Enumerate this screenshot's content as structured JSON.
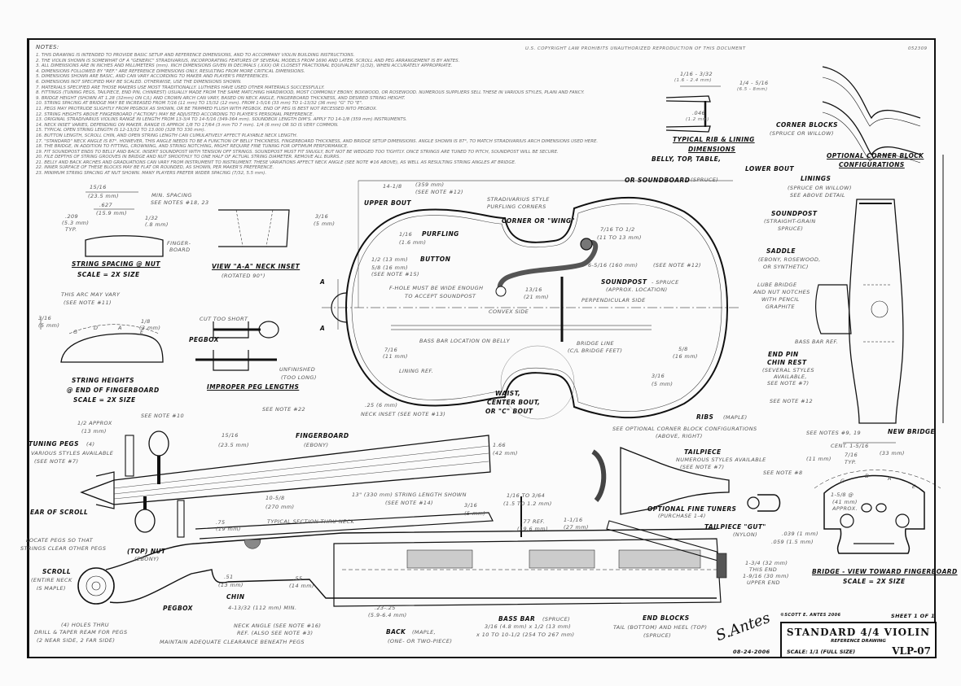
{
  "sheet": {
    "notes_heading": "NOTES:",
    "notes": [
      "1. THIS DRAWING IS INTENDED TO PROVIDE BASIC SETUP AND REFERENCE DIMENSIONS, AND TO ACCOMPANY VIOLIN BUILDING INSTRUCTIONS.",
      "2. THE VIOLIN SHOWN IS SOMEWHAT OF A \"GENERIC\" STRADIVARIUS, INCORPORATING FEATURES OF SEVERAL MODELS FROM 1690 AND LATER. SCROLL AND PEG ARRANGEMENT IS BY ANTES.",
      "3. ALL DIMENSIONS ARE IN INCHES AND MILLIMETERS (mm). INCH DIMENSIONS GIVEN IN DECIMALS (.XXX) OR CLOSEST FRACTIONAL EQUIVALENT (1/32), WHEN ACCURATELY APPROPRIATE.",
      "4. DIMENSIONS FOLLOWED BY \"REF.\" ARE REFERENCE DIMENSIONS ONLY, RESULTING FROM MORE CRITICAL DIMENSIONS.",
      "5. DIMENSIONS SHOWN ARE BASIC, AND CAN VARY ACCORDING TO MAKER AND PLAYER'S PREFERENCES.",
      "6. DIMENSIONS NOT SPECIFIED MAY BE SCALED. OTHERWISE, USE THE DIMENSIONS SHOWN.",
      "7. MATERIALS SPECIFIED ARE THOSE MAKERS USE MOST TRADITIONALLY. LUTHIERS HAVE USED OTHER MATERIALS SUCCESSFULLY.",
      "8. FITTINGS (TUNING PEGS, TAILPIECE, END PIN, CHINREST) USUALLY MADE FROM THE SAME MATCHING HARDWOOD, MOST COMMONLY EBONY, BOXWOOD, OR ROSEWOOD. NUMEROUS SUPPLIERS SELL THESE IN VARIOUS STYLES, PLAIN AND FANCY.",
      "9. BRIDGE HEIGHT (SHOWN AT 1.28 (32mm) ON C/L) AND CROWN ARCH CAN VARY, BASED ON NECK ANGLE, FINGERBOARD THICKNESS, AND DESIRED STRING HEIGHT.",
      "10. STRING SPACING AT BRIDGE MAY BE INCREASED FROM 7/16 (11 mm) TO 15/32 (12 mm). FROM 1-5/16 (33 mm) TO 1-13/32 (36 mm) \"G\" TO \"E\".",
      "11. PEGS MAY PROTRUDE SLIGHTLY FROM PEGBOX AS SHOWN, OR BE TRIMMED FLUSH WITH PEGBOX. END OF PEG IS BEST NOT RECESSED INTO PEGBOX.",
      "12. STRING HEIGHTS ABOVE FINGERBOARD (\"ACTION\") MAY BE ADJUSTED ACCORDING TO PLAYER'S PERSONAL PREFERENCE.",
      "13. ORIGINAL STRADIVARIUS VIOLINS RANGE IN LENGTH FROM 13-3/4 TO 14-5/16 (349-364 mm). SOUNDBOX LENGTH DIM'S. APPLY TO 14-1/8 (359 mm) INSTRUMENTS.",
      "14. NECK INSET VARIES, DEPENDING ON MAKER. RANGE IS APPROX 1/8 TO 17/64 (3 mm TO 7 mm). 1/4 (6 mm) OR SO IS VERY COMMON.",
      "15. TYPICAL OPEN STRING LENGTH IS 12-13/32 TO 13.000 (328 TO 330 mm).",
      "16. BUTTON LENGTH, SCROLL CHIN, AND OPEN STRING LENGTH CAN CUMULATIVELY AFFECT PLAYABLE NECK LENGTH.",
      "17. \"STANDARD\" NECK ANGLE IS 87°. HOWEVER, THIS ANGLE NEEDS TO BE A FUNCTION OF BELLY THICKNESS, FINGERBOARD THICKNESS, AND BRIDGE SETUP DIMENSIONS. ANGLE SHOWN IS 87°, TO MATCH STRADIVARIUS ARCH DIMENSIONS USED HERE.",
      "18. THE BRIDGE, IN ADDITION TO FITTING, CROWNING, AND STRING NOTCHING, MIGHT REQUIRE FINE TUNING FOR OPTIMUM PERFORMANCE.",
      "19. FIT SOUNDPOST ENDS TO BELLY AND BACK. INSERT SOUNDPOST WITH TENSION OFF STRINGS. SOUNDPOST MUST FIT SNUGLY, BUT NOT BE WEDGED TOO TIGHTLY. ONCE STRINGS ARE TUNED TO PITCH, SOUNDPOST WILL BE SECURE.",
      "20. FILE DEPTHS OF STRING GROOVES IN BRIDGE AND NUT SMOOTHLY TO ONE HALF OF ACTUAL STRING DIAMETER. REMOVE ALL BURRS.",
      "21. BELLY AND BACK ARCHES AND GRADUATIONS CAN VARY FROM INSTRUMENT TO INSTRUMENT. THESE VARIATIONS AFFECT NECK ANGLE (SEE NOTE #16 ABOVE), AS WELL AS RESULTING STRING ANGLES AT BRIDGE.",
      "22. INNER SURFACE OF THESE BLOCKS MAY BE FLAT OR ROUNDED, AS SHOWN, PER MAKER'S PREFERENCE.",
      "23. MINIMUM STRING SPACING AT NUT SHOWN. MANY PLAYERS PREFER WIDER SPACING (7/32, 5.5 mm)."
    ],
    "copyright": "U.S. COPYRIGHT LAW PROHIBITS UNAUTHORIZED REPRODUCTION OF THIS DOCUMENT",
    "doc_number": "052309"
  },
  "labels": {
    "rib_w": "1/16 - 3/32",
    "rib_w_mm": "(1.6 - 2.4 mm)",
    "lin_h": "1/4 - 5/16",
    "lin_h_mm": "(6.5 - 8mm)",
    "rib_t": ".046",
    "rib_t_mm": "(1.2 mm)",
    "rib_title1": "TYPICAL RIB & LINING",
    "rib_title2": "DIMENSIONS",
    "corner_blocks": "CORNER BLOCKS",
    "corner_blocks_mat": "(SPRUCE OR WILLOW)",
    "opt_corner1": "OPTIONAL CORNER BLOCK",
    "opt_corner2": "CONFIGURATIONS",
    "lower_bout": "LOWER BOUT",
    "belly1": "BELLY, TOP, TABLE,",
    "belly2": "OR SOUNDBOARD",
    "belly_mat": "(SPRUCE)",
    "linings": "LININGS",
    "linings_mat": "(SPRUCE OR WILLOW)",
    "linings_see": "SEE ABOVE DETAIL",
    "soundpost_r": "SOUNDPOST",
    "soundpost_r_m1": "(STRAIGHT-GRAIN",
    "soundpost_r_m2": "SPRUCE)",
    "saddle": "SADDLE",
    "saddle_m1": "(EBONY, ROSEWOOD,",
    "saddle_m2": "OR SYNTHETIC)",
    "lube1": "LUBE BRIDGE",
    "lube2": "AND NUT NOTCHES",
    "lube3": "WITH PENCIL",
    "lube4": "GRAPHITE",
    "bass_bar_ref": "BASS BAR REF.",
    "end_pin": "END PIN",
    "chin_rest": "CHIN REST",
    "chin_m1": "(SEVERAL STYLES",
    "chin_m2": "AVAILABLE,",
    "chin_m3": "SEE NOTE #7)",
    "see_note_12b": "SEE NOTE #12",
    "body_len": "14-1/8",
    "body_len_mm": "(359 mm)",
    "body_len_note": "(SEE NOTE #12)",
    "upper_bout": "UPPER BOUT",
    "strad1": "STRADIVARIUS STYLE",
    "strad2": "PURFLING CORNERS",
    "corner_wing": "CORNER OR \"WING\"",
    "purfling_dim": "1/16",
    "purfling": "PURFLING",
    "purfling_mm": "(1.6 mm)",
    "button_dim": "1/2 (13 mm)",
    "button": "BUTTON",
    "button_dim2": "5/8 (16 mm)",
    "button_note": "(SEE NOTE #15)",
    "edge_dim": "3/16",
    "edge_mm": "(5 mm)",
    "fhole1": "F-HOLE MUST BE WIDE ENOUGH",
    "fhole2": "TO ACCEPT SOUNDPOST",
    "d1316": "13/16",
    "d1316_mm": "(21 mm)",
    "convex": "CONVEX SIDE",
    "bassbar_loc": "BASS BAR LOCATION ON BELLY",
    "d716a": "7/16",
    "d716a_mm": "(11 mm)",
    "d716b": "7/16 TO 1/2",
    "d716b_mm": "(11 TO 13 mm)",
    "d6516": "6-5/16 (160 mm)",
    "d6516_note": "(SEE NOTE #12)",
    "soundpost_c": "SOUNDPOST",
    "soundpost_c_mat": "- SPRUCE",
    "soundpost_c_loc": "(APPROX. LOCATION)",
    "perp": "PERPENDICULAR SIDE",
    "bridge_line": "BRIDGE LINE",
    "bridge_line2": "(C/L BRIDGE FEET)",
    "d58": "5/8",
    "d58_mm": "(16 mm)",
    "d316b": "3/16",
    "d316b_mm": "(5 mm)",
    "ribs": "RIBS",
    "ribs_mat": "(MAPLE)",
    "see_opt1": "SEE OPTIONAL CORNER BLOCK CONFIGURATIONS",
    "see_opt2": "(ABOVE, RIGHT)",
    "lining_ref": "LINING REF.",
    "waist1": "WAIST,",
    "waist2": "CENTER BOUT,",
    "waist3": "OR \"C\" BOUT",
    "inset": ".25 (6 mm)",
    "inset_note": "NECK INSET (SEE NOTE #13)",
    "see_note_22": "SEE NOTE #22",
    "see_note_10": "SEE NOTE #10",
    "sec_a1": "A",
    "sec_a2": "A",
    "nut_w": "15/16",
    "nut_w_mm": "(23.5 mm)",
    "min_sp": "MIN. SPACING",
    "min_sp_note": "SEE NOTES #18, 23",
    "d627": ".627",
    "d627_mm": "(15.9 mm)",
    "d209": ".209",
    "d209_mm": "(5.3 mm)",
    "d209_typ": "TYP.",
    "d132": "1/32",
    "d132_mm": "(.8 mm)",
    "fb1": "FINGER-",
    "fb2": "BOARD",
    "nut_title": "STRING SPACING @ NUT",
    "nut_scale": "SCALE = 2X SIZE",
    "view_aa": "VIEW \"A-A\" NECK INSET",
    "view_aa_rot": "(ROTATED 90°)",
    "arc1": "THIS ARC MAY VARY",
    "arc2": "(SEE NOTE #11)",
    "sh316": "3/16",
    "sh316_mm": "(5 mm)",
    "sh18": "1/8",
    "sh18_mm": "(3 mm)",
    "sG": "G",
    "sD": "D",
    "sA": "A",
    "sE": "E",
    "sh_title1": "STRING HEIGHTS",
    "sh_title2": "@ END OF FINGERBOARD",
    "sh_scale": "SCALE = 2X SIZE",
    "cut_short": "CUT TOO SHORT",
    "pegbox_a": "PEGBOX",
    "unfinished": "UNFINISHED",
    "too_long": "(TOO LONG)",
    "improper": "IMPROPER PEG LENGTHS",
    "peg_approx": "1/2 APPROX",
    "peg_approx_mm": "(13 mm)",
    "tuning_pegs": "TUNING PEGS",
    "tuning_pegs_n": "(4)",
    "tp_m1": "VARIOUS STYLES AVAILABLE",
    "tp_m2": "(SEE NOTE #7)",
    "fbw": "15/16",
    "fbw_mm": "(23.5 mm)",
    "fingerboard": "FINGERBOARD",
    "fingerboard_mat": "(EBONY)",
    "ear": "EAR OF SCROLL",
    "d1058": "10-5/8",
    "d1058_mm": "(270 mm)",
    "strlen": "13\" (330 mm) STRING LENGTH SHOWN",
    "strlen_note": "(SEE NOTE #14)",
    "d166": "1.66",
    "d166_mm": "(42 mm)",
    "d316c": "3/16",
    "d316c_mm": "(5 mm)",
    "d116": "1/16 TO 3/64",
    "d116_mm": "(1.5 TO 1.2 mm)",
    "section": "TYPICAL SECTION THRU NECK",
    "d75": ".75",
    "d75_mm": "(19 mm)",
    "d77": ".77 REF.",
    "d77_mm": "(19.6 mm)",
    "d1116": "1-1/16",
    "d1116_mm": "(27 mm)",
    "locate1": "LOCATE PEGS SO THAT",
    "locate2": "STRINGS CLEAR OTHER PEGS",
    "top_nut": "(TOP) NUT",
    "top_nut_mat": "(EBONY)",
    "scroll": "SCROLL",
    "scroll_m1": "(ENTIRE NECK",
    "scroll_m2": "IS MAPLE)",
    "d51": ".51",
    "d51_mm": "(13 mm)",
    "d55": ".55",
    "d55_mm": "(14 mm)",
    "chin": "CHIN",
    "pegbox_b": "PEGBOX",
    "d41332": "4-13/32 (112 mm) MIN.",
    "holes1": "(4) HOLES THRU",
    "holes2": "DRILL & TAPER REAM FOR PEGS",
    "holes3": "(2 NEAR SIDE, 2 FAR SIDE)",
    "clearance": "MAINTAIN ADEQUATE CLEARANCE BENEATH PEGS",
    "neck_angle1": "NECK ANGLE (SEE NOTE #16)",
    "neck_angle2": "REF. (ALSO SEE NOTE #3)",
    "d23": ".23-.25",
    "d23_mm": "(5.9-6.4 mm)",
    "back": "BACK",
    "back_m1": "(MAPLE,",
    "back_m2": "(ONE- OR TWO-PIECE)",
    "bassbar": "BASS BAR",
    "bassbar_mat": "(SPRUCE)",
    "bassbar_d1": "3/16 (4.8 mm) x 1/2 (13 mm)",
    "bassbar_d2": "x 10 TO 10-1/2 (254 TO 267 mm)",
    "end_blocks": "END BLOCKS",
    "eb_m1": "TAIL (BOTTOM) AND HEEL (TOP)",
    "eb_m2": "(SPRUCE)",
    "tailpiece": "TAILPIECE",
    "tail_m1": "NUMEROUS STYLES AVAILABLE",
    "tail_m2": "(SEE NOTE #7)",
    "fine_tuners": "OPTIONAL FINE TUNERS",
    "fine_tuners_m": "(PURCHASE 1-4)",
    "tail_gut": "TAILPIECE \"GUT\"",
    "tail_gut_m": "(NYLON)",
    "blk1": "1-3/4 (32 mm)",
    "blk2": "THIS END",
    "blk3": "1-9/16 (30 mm)",
    "blk4": "UPPER END",
    "see_9_19": "SEE NOTES #9, 19",
    "new_bridge": "NEW BRIDGE",
    "cent": "CENT. 1-5/16",
    "cent_mm": "(33 mm)",
    "br11": "(11 mm)",
    "br716": "7/16",
    "br_typ": "TYP.",
    "see_note_8": "SEE NOTE #8",
    "br158": "1-5/8 @",
    "br158_mm": "(41 mm)",
    "br158_ap": "APPROX.",
    "br039": ".039 (1 mm)",
    "br059": ".059 (1.5 mm)",
    "bridge_title": "BRIDGE - VIEW TOWARD FINGERBOARD",
    "bridge_scale": "SCALE = 2X SIZE",
    "bG": "G",
    "bD": "D",
    "bA": "A",
    "bE": "E"
  },
  "title_block": {
    "copyright": "©SCOTT E. ANTES 2006",
    "sheet": "SHEET 1 OF 1",
    "title": "STANDARD 4/4 VIOLIN",
    "subtitle": "REFERENCE DRAWING",
    "scale": "SCALE: 1/1 (FULL SIZE)",
    "code": "VLP-07",
    "signature": "S.Antes",
    "date": "08-24-2006"
  }
}
